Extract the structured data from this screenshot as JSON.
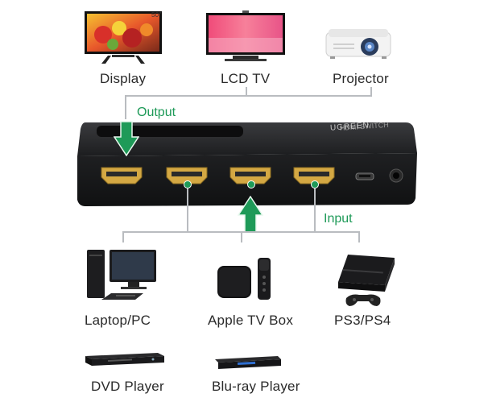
{
  "outputs": {
    "display_label": "Display",
    "lcd_tv_label": "LCD TV",
    "projector_label": "Projector",
    "tv_size_text": "50\""
  },
  "switch": {
    "output_tag": "Output",
    "input_tag": "Input",
    "brand_text": "UGREEN"
  },
  "sources": {
    "laptop_pc_label": "Laptop/PC",
    "apple_tv_label": "Apple TV Box",
    "ps_label": "PS3/PS4",
    "dvd_label": "DVD Player",
    "bluray_label": "Blu-ray Player"
  },
  "colors": {
    "accent_green": "#1e9a58",
    "connector_line": "#b9bcc0",
    "device_body": "#1b1c1e"
  }
}
